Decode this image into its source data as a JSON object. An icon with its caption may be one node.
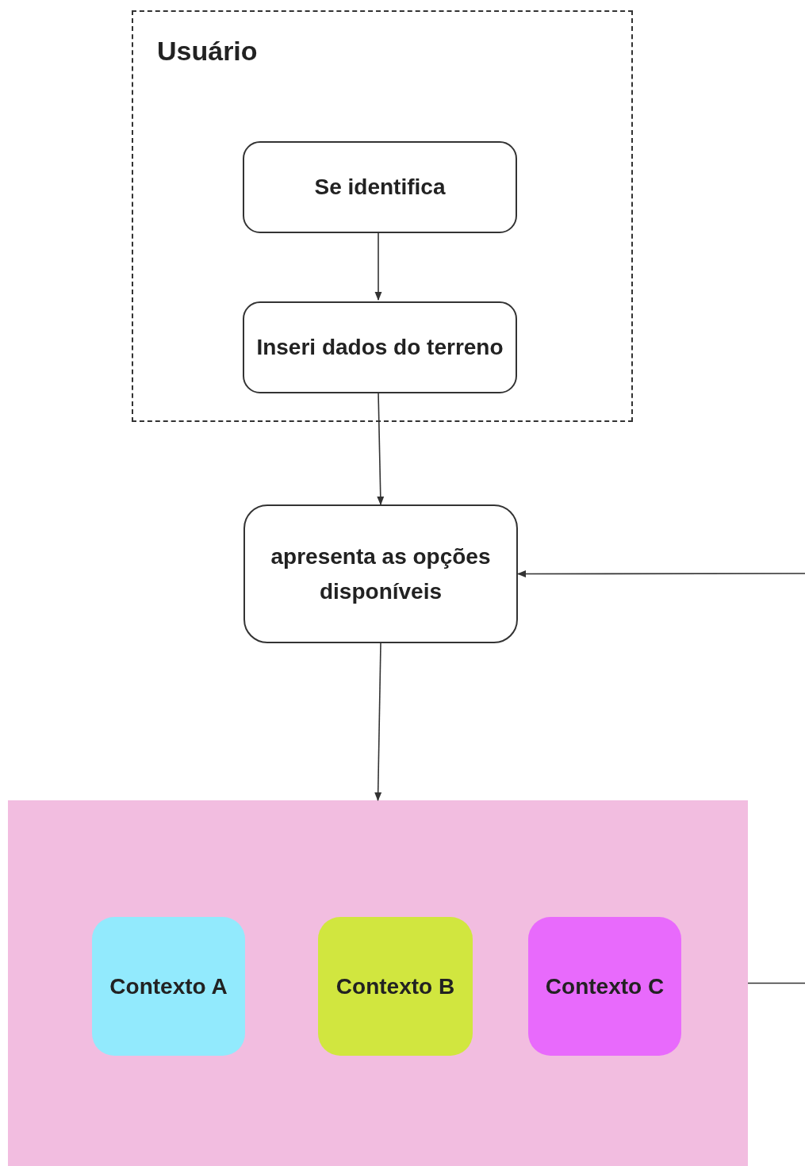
{
  "diagram": {
    "nodes": [
      {
        "text": [
          "Usuário"
        ]
      },
      {
        "text": [
          "Se identifica"
        ],
        "in": 0
      },
      {
        "text": [
          "Inseri dados do terreno"
        ],
        "in": 0
      },
      {
        "text": [
          "apresenta as opções disponíveis"
        ]
      },
      {
        "text": [],
        "shape": "box"
      },
      {
        "text": [
          "Contexto A"
        ],
        "in": 4
      },
      {
        "text": [
          "Contexto B"
        ],
        "in": 4
      },
      {
        "text": [
          "Contexto C"
        ],
        "in": 4
      }
    ],
    "edges": [
      {
        "from": 1,
        "to": 2,
        "arrow": "to"
      },
      {
        "from": 2,
        "to": 3,
        "arrow": "to"
      },
      {
        "from": 3,
        "to": 4,
        "arrow": "to"
      },
      {
        "from": 4,
        "to": null,
        "arrow": "none"
      },
      {
        "from": null,
        "to": 3,
        "arrow": "to"
      }
    ]
  }
}
